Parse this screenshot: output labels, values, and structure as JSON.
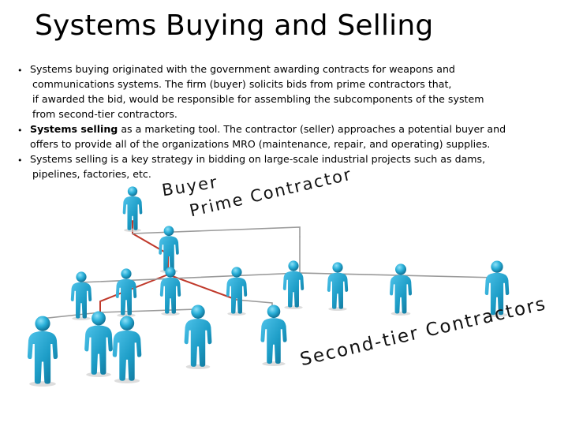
{
  "title": "Systems Buying and Selling",
  "bullets": [
    {
      "lines": [
        "Systems buying originated with the government awarding contracts for weapons and",
        "communications systems. The firm (buyer) solicits bids from prime contractors that,",
        "if awarded the bid, would be responsible for assembling the subcomponents of the system",
        "from second-tier contractors."
      ]
    },
    {
      "bold_lead": "Systems selling",
      "lines": [
        " as a marketing tool. The contractor (seller) approaches a potential buyer and",
        "offers to provide all of the organizations MRO (maintenance, repair, and operating) supplies."
      ]
    },
    {
      "lines": [
        "Systems selling is a key strategy in bidding on large-scale industrial projects such as dams,",
        "pipelines, factories, etc."
      ]
    }
  ],
  "labels": {
    "buyer": "Buyer",
    "prime": "Prime Contractor",
    "second": "Second-tier Contractors"
  },
  "colors": {
    "person_fill": "#1d9dc7",
    "person_dark": "#0e6f93",
    "line_red": "#c0392b",
    "line_grey": "#9a9a9a"
  }
}
